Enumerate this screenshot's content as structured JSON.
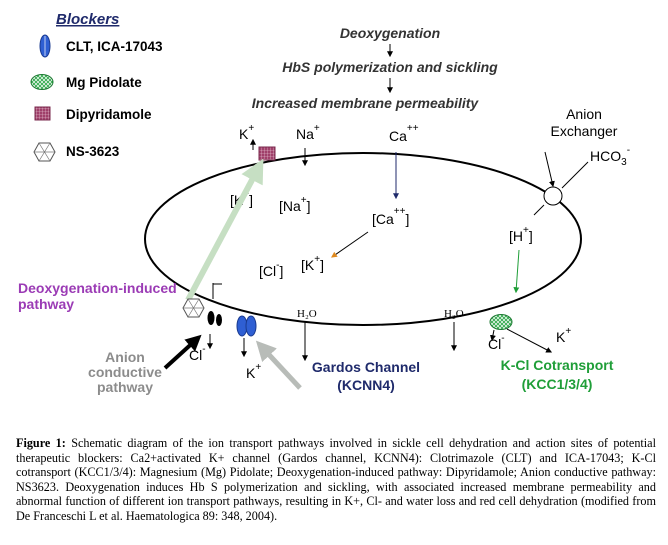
{
  "legend": {
    "title": "Blockers",
    "items": [
      {
        "label": "CLT, ICA-17043",
        "icon": "blue-ellipse-icon"
      },
      {
        "label": "Mg Pidolate",
        "icon": "green-hatched-oval-icon"
      },
      {
        "label": "Dipyridamole",
        "icon": "purple-grid-square-icon"
      },
      {
        "label": "NS-3623",
        "icon": "gray-hexagon-icon"
      }
    ]
  },
  "cascade": {
    "step1": "Deoxygenation",
    "step2": "HbS polymerization and sickling",
    "step3": "Increased membrane permeability"
  },
  "ions": {
    "k_out": "K",
    "na_out": "Na",
    "ca_out": "Ca",
    "k_in": "[K",
    "na_in": "[Na",
    "ca_in": "[Ca",
    "cl_in": "[Cl",
    "k_in2": "[K",
    "h_in": "[H",
    "hco3": "HCO",
    "cl_out_left": "Cl",
    "k_out_bottom": "K",
    "cl_out_right": "Cl",
    "k_out_right": "K",
    "h2o_left": "H₂O",
    "h2o_right": "H₂O"
  },
  "labels": {
    "anion_exchanger": [
      "Anion",
      "Exchanger"
    ],
    "deoxy_pathway": [
      "Deoxygenation-induced",
      "pathway"
    ],
    "anion_conductive": [
      "Anion",
      "conductive",
      "pathway"
    ],
    "gardos": [
      "Gardos Channel",
      "(KCNN4)"
    ],
    "kcl": [
      "K-Cl Cotransport",
      "(KCC1/3/4)"
    ]
  },
  "colors": {
    "navy": "#1f2a6b",
    "purple": "#9b3bb5",
    "green": "#1f9e38",
    "light_green": "#c6dfc3",
    "gray_text": "#8c8c8c",
    "blocker_blue": "#2f5fd3",
    "blocker_green": "#2ea84a",
    "blocker_purple": "#a0406a"
  },
  "caption": {
    "label": "Figure 1:",
    "text": "Schematic diagram of the ion transport pathways involved in sickle cell dehydration and action sites of potential therapeutic blockers: Ca2+activated K+ channel (Gardos channel, KCNN4): Clotrimazole (CLT) and ICA-17043; K-Cl cotransport (KCC1/3/4): Magnesium (Mg) Pidolate; Deoxygenation-induced pathway: Dipyridamole; Anion conductive pathway: NS3623. Deoxygenation induces Hb S polymerization and sickling, with associated increased membrane permeability and abnormal function of different ion transport pathways, resulting in K+, Cl- and water loss and red cell dehydration (modified from De Franceschi L et al. Haematologica 89: 348, 2004)."
  }
}
